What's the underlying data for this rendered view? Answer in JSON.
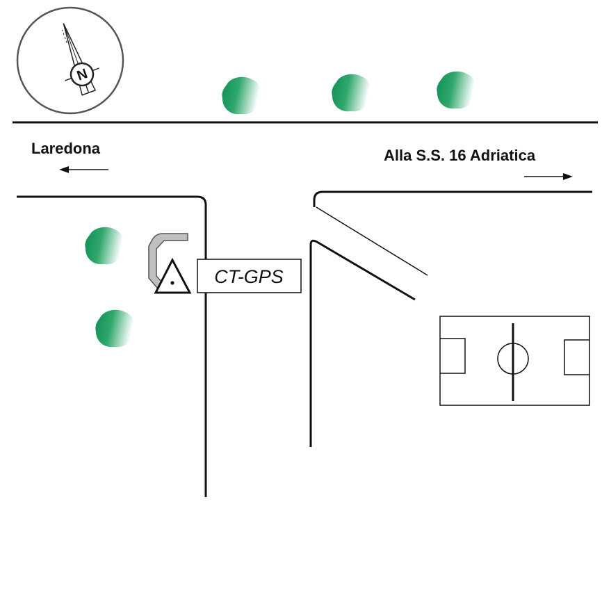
{
  "compass": {
    "north_letter": "N",
    "icon": "north-arrow-compass-icon"
  },
  "roads": {
    "left_destination": "Laredona",
    "right_destination": "Alla S.S. 16 Adriatica",
    "left_arrow_icon": "arrow-left-icon",
    "right_arrow_icon": "arrow-right-icon"
  },
  "station": {
    "label": "CT-GPS",
    "icon": "triangle-benchmark-icon"
  },
  "features": {
    "tree_icon": "tree-icon",
    "field_icon": "soccer-field-icon"
  },
  "colors": {
    "tree_dark": "#0e8f55",
    "tree_light": "#ffffff",
    "line": "#111111",
    "compass_ring": "#555555",
    "shelter_fill": "#bfbfbf"
  }
}
